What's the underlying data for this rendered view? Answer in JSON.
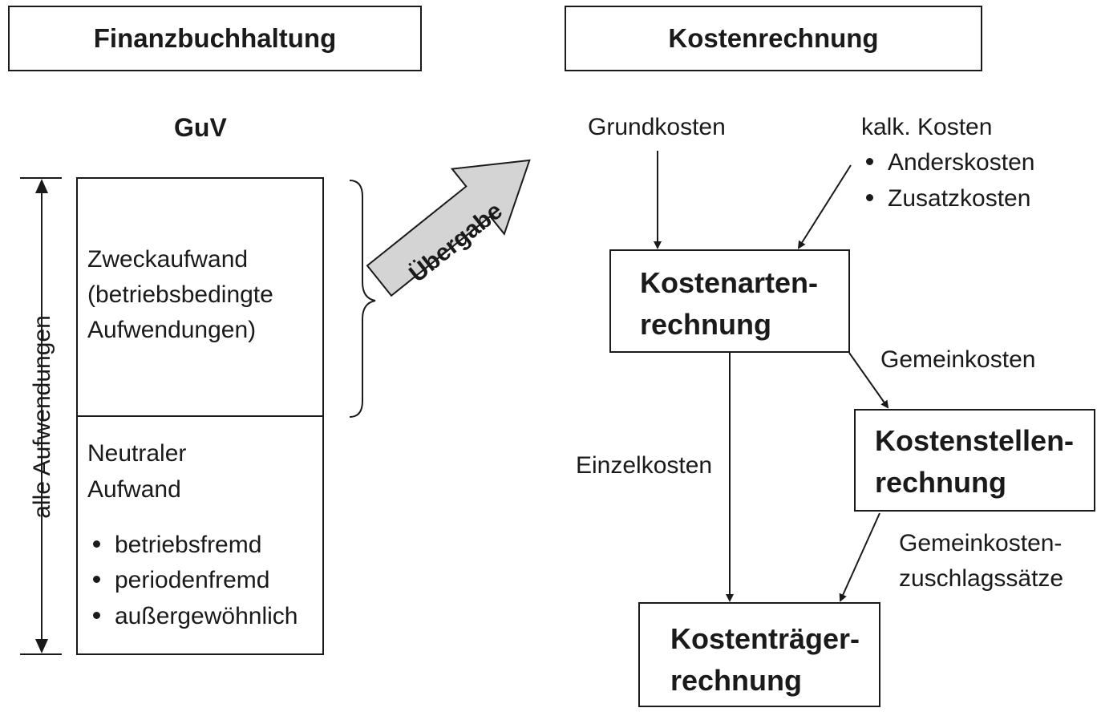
{
  "left": {
    "header": "Finanzbuchhaltung",
    "guv_label": "GuV",
    "vertical_label": "alle Aufwendungen",
    "zweck": [
      "Zweckaufwand",
      "(betriebsbedingte",
      "Aufwendungen)"
    ],
    "neutral": [
      "Neutraler",
      "Aufwand"
    ],
    "neutral_items": [
      "betriebsfremd",
      "periodenfremd",
      "außergewöhnlich"
    ]
  },
  "transfer_label": "Übergabe",
  "right": {
    "header": "Kostenrechnung",
    "grundkosten": "Grundkosten",
    "kalk_kosten": "kalk. Kosten",
    "kalk_items": [
      "Anderskosten",
      "Zusatzkosten"
    ],
    "kostenarten": [
      "Kostenarten-",
      "rechnung"
    ],
    "kostenstellen": [
      "Kostenstellen-",
      "rechnung"
    ],
    "kostentraeger": [
      "Kostenträger-",
      "rechnung"
    ],
    "gemeinkosten": "Gemeinkosten",
    "einzelkosten": "Einzelkosten",
    "zuschlag": [
      "Gemeinkosten-",
      "zuschlagssätze"
    ]
  }
}
